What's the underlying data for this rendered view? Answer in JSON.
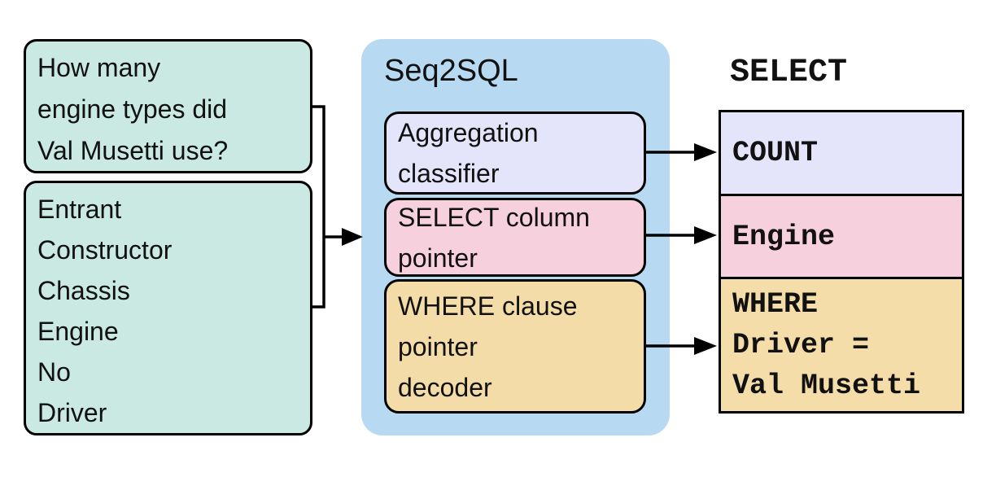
{
  "diagram": {
    "input": {
      "question": "How many\nengine types did\nVal Musetti use?",
      "table_columns": "Entrant\nConstructor\nChassis\nEngine\nNo\nDriver"
    },
    "model": {
      "title": "Seq2SQL",
      "modules": [
        {
          "id": "aggregation-classifier",
          "label": "Aggregation\nclassifier",
          "color": "#e4e4fa"
        },
        {
          "id": "select-column-pointer",
          "label": "SELECT column\npointer",
          "color": "#f7d0dd"
        },
        {
          "id": "where-clause-pointer-decoder",
          "label": "WHERE clause\npointer\ndecoder",
          "color": "#f3dca7"
        }
      ]
    },
    "output": {
      "header": "SELECT",
      "cells": [
        {
          "id": "aggregation-result",
          "text": "COUNT",
          "color": "#e4e4fa"
        },
        {
          "id": "select-column-result",
          "text": "Engine",
          "color": "#f7d0dd"
        },
        {
          "id": "where-clause-result",
          "text": "WHERE\nDriver =\nVal Musetti",
          "color": "#f4dda9"
        }
      ]
    },
    "colors": {
      "input_box": "#c9e9e2",
      "model_container": "#b7d9f2",
      "border": "#000000",
      "background": "#ffffff"
    }
  }
}
